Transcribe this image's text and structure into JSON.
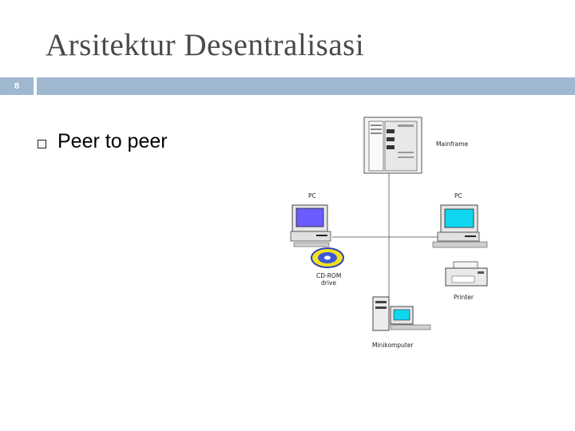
{
  "slide": {
    "title": "Arsitektur Desentralisasi",
    "number": "8"
  },
  "bullets": [
    {
      "text": "Peer to peer"
    }
  ],
  "diagram": {
    "labels": {
      "mainframe": "Mainframe",
      "pc_left": "PC",
      "pc_right": "PC",
      "cdrom": "CD-ROM",
      "cdrom_sub": "drive",
      "printer": "Printer",
      "minicomputer": "Minikomputer"
    },
    "colors": {
      "bar": "#9fb8d0",
      "screen_left": "#6b5cff",
      "screen_right": "#11d6f0"
    }
  }
}
